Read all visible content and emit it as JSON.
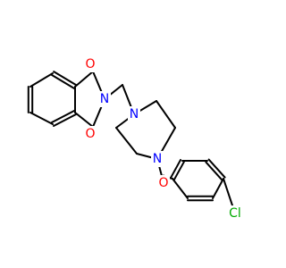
{
  "molecule": {
    "atoms": [
      {
        "id": "O1",
        "label": "O",
        "color": "#ff0000"
      },
      {
        "id": "O2",
        "label": "O",
        "color": "#ff0000"
      },
      {
        "id": "N1",
        "label": "N",
        "color": "#0000ff"
      },
      {
        "id": "N2",
        "label": "N",
        "color": "#0000ff"
      },
      {
        "id": "N3",
        "label": "N",
        "color": "#0000ff"
      },
      {
        "id": "O3",
        "label": "O",
        "color": "#ff0000"
      },
      {
        "id": "Cl",
        "label": "Cl",
        "color": "#00aa00"
      }
    ],
    "bond_color": "#000000"
  }
}
